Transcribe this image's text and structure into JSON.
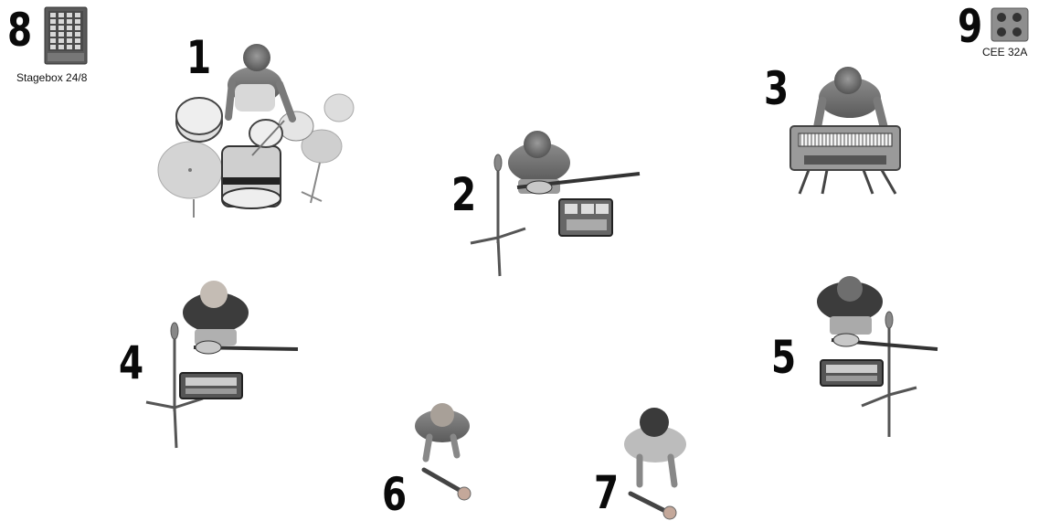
{
  "positions": [
    {
      "number": "1",
      "item": "drummer"
    },
    {
      "number": "2",
      "item": "bass-player-with-mic"
    },
    {
      "number": "3",
      "item": "keyboard-player"
    },
    {
      "number": "4",
      "item": "guitarist-left"
    },
    {
      "number": "5",
      "item": "guitarist-right"
    },
    {
      "number": "6",
      "item": "vocalist-1"
    },
    {
      "number": "7",
      "item": "vocalist-2"
    },
    {
      "number": "8",
      "item": "stagebox"
    },
    {
      "number": "9",
      "item": "power-outlet"
    }
  ],
  "labels": {
    "stagebox": "Stagebox 24/8",
    "power": "CEE 32A"
  },
  "colors": {
    "figure": "#8a8a8a",
    "dark": "#3c3c3c",
    "cymbal": "#c9c9c9",
    "accent_skin": "#c0b8b0"
  }
}
